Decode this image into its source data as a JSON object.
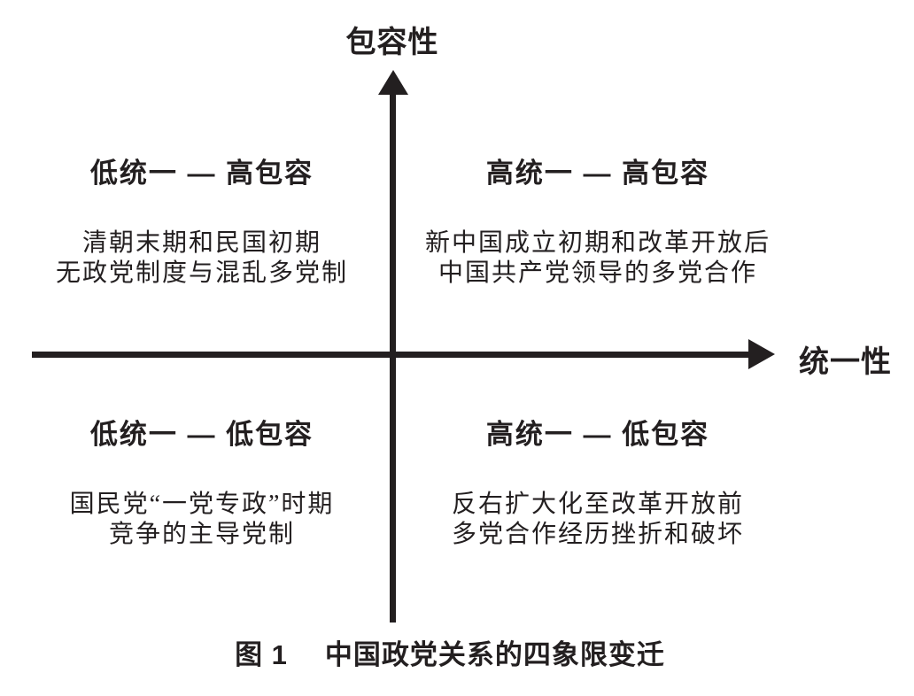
{
  "colors": {
    "ink": "#231f20",
    "background": "#ffffff"
  },
  "axes": {
    "y_label": "包容性",
    "x_label": "统一性"
  },
  "quadrants": {
    "top_left": {
      "heading": "低统一 — 高包容",
      "line1": "清朝末期和民国初期",
      "line2": "无政党制度与混乱多党制"
    },
    "top_right": {
      "heading": "高统一 — 高包容",
      "line1": "新中国成立初期和改革开放后",
      "line2": "中国共产党领导的多党合作"
    },
    "bottom_left": {
      "heading": "低统一 — 低包容",
      "line1": "国民党“一党专政”时期",
      "line2": "竞争的主导党制"
    },
    "bottom_right": {
      "heading": "高统一 — 低包容",
      "line1": "反右扩大化至改革开放前",
      "line2": "多党合作经历挫折和破坏"
    }
  },
  "caption": {
    "label": "图 1",
    "title": "中国政党关系的四象限变迁"
  }
}
